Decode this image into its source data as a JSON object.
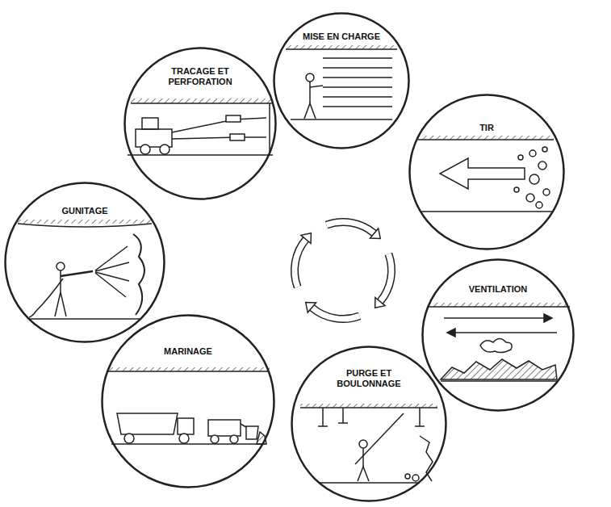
{
  "diagram": {
    "nodes": [
      {
        "text": [
          "TRACAGE ET PERFORATION"
        ]
      },
      {
        "text": [
          "MISE EN CHARGE"
        ]
      },
      {
        "text": [
          "TIR"
        ]
      },
      {
        "text": [
          "VENTILATION"
        ]
      },
      {
        "text": [
          "PURGE ET BOULONNAGE"
        ]
      },
      {
        "text": [
          "MARINAGE"
        ]
      },
      {
        "text": [
          "GUNITAGE"
        ]
      }
    ]
  }
}
